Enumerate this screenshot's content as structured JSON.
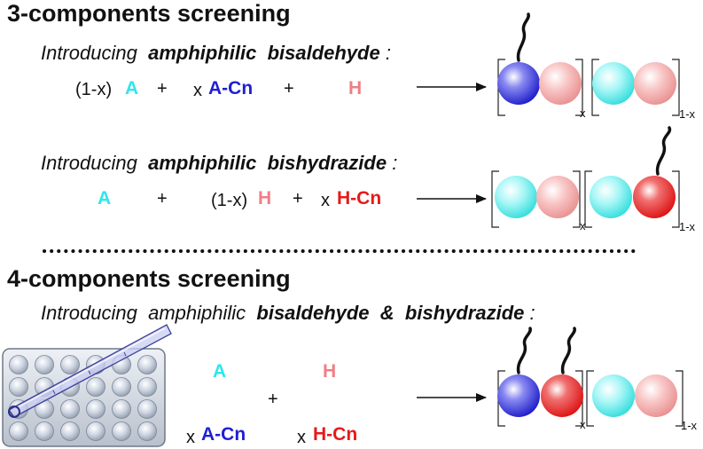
{
  "heading_3": "3-components screening",
  "intro_1": {
    "pre": "Introducing",
    "bold1": "amphiphilic",
    "bold2": "bisaldehyde",
    "colon": ":"
  },
  "row1": {
    "coef1": "(1-x)",
    "A": "A",
    "plus1": "+",
    "coef2": "x",
    "ACn": "A-Cn",
    "plus2": "+",
    "H": "H"
  },
  "sub1": {
    "x": "x",
    "y": "1-x"
  },
  "intro_2": {
    "pre": "Introducing",
    "bold1": "amphiphilic",
    "bold2": "bishydrazide",
    "colon": ":"
  },
  "row2": {
    "A": "A",
    "plus1": "+",
    "coef1": "(1-x)",
    "H": "H",
    "plus2": "+",
    "coef2": "x",
    "HCn": "H-Cn"
  },
  "sub2": {
    "x": "x",
    "y": "1-x"
  },
  "heading_4": "4-components screening",
  "intro_3": {
    "pre": "Introducing",
    "plain": "amphiphilic",
    "bold1": "bisaldehyde",
    "amp": "&",
    "bold2": "bishydrazide",
    "colon": ":"
  },
  "row3": {
    "A": "A",
    "H": "H",
    "plus": "+",
    "coef1": "x",
    "ACn": "A-Cn",
    "coef2": "x",
    "HCn": "H-Cn"
  },
  "sub3": {
    "x": "x",
    "y": "1-x"
  },
  "colors": {
    "cyan": "#2ee6ee",
    "pink": "#f07e86",
    "blue": "#1f1fd4",
    "red": "#e51a1a"
  }
}
